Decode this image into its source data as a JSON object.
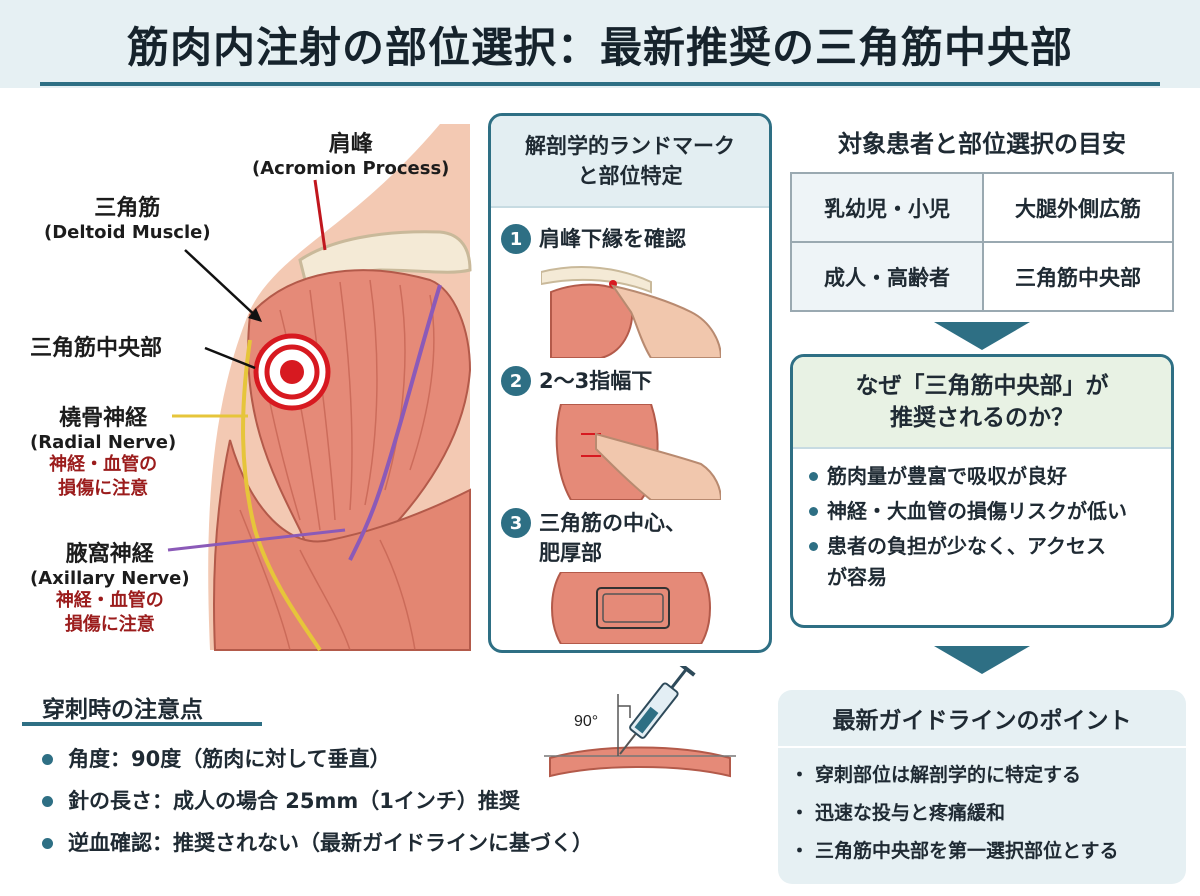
{
  "title": "筋肉内注射の部位選択：最新推奨の三角筋中央部",
  "anatomy": {
    "acromion_jp": "肩峰",
    "acromion_en": "(Acromion Process)",
    "deltoid_jp": "三角筋",
    "deltoid_en": "(Deltoid Muscle)",
    "deltoid_center": "三角筋中央部",
    "radial_jp": "橈骨神経",
    "radial_en": "(Radial Nerve)",
    "radial_warn_1": "神経・血管の",
    "radial_warn_2": "損傷に注意",
    "axillary_jp": "腋窩神経",
    "axillary_en": "(Axillary Nerve)",
    "axillary_warn_1": "神経・血管の",
    "axillary_warn_2": "損傷に注意"
  },
  "landmark": {
    "title_1": "解剖学的ランドマーク",
    "title_2": "と部位特定",
    "steps": [
      {
        "num": "1",
        "line1": "肩峰下縁を確認",
        "line2": ""
      },
      {
        "num": "2",
        "line1": "2〜3指幅下",
        "line2": ""
      },
      {
        "num": "3",
        "line1": "三角筋の中心、",
        "line2": "肥厚部"
      }
    ]
  },
  "target": {
    "title": "対象患者と部位選択の目安",
    "rows": [
      {
        "group": "乳幼児・小児",
        "site": "大腿外側広筋"
      },
      {
        "group": "成人・高齢者",
        "site": "三角筋中央部"
      }
    ]
  },
  "why": {
    "title_1": "なぜ「三角筋中央部」が",
    "title_2": "推奨されるのか？",
    "items": [
      "筋肉量が豊富で吸収が良好",
      "神経・大血管の損傷リスクが低い",
      "患者の負担が少なく、アクセス",
      "が容易"
    ]
  },
  "guideline": {
    "title": "最新ガイドラインのポイント",
    "bullet": "・",
    "items": [
      "穿刺部位は解剖学的に特定する",
      "迅速な投与と疼痛緩和",
      "三角筋中央部を第一選択部位とする"
    ]
  },
  "precautions": {
    "title": "穿刺時の注意点",
    "items": [
      "角度：90度（筋肉に対して垂直）",
      "針の長さ：成人の場合 25mm（1インチ）推奨",
      "逆血確認：推奨されない（最新ガイドラインに基づく）"
    ],
    "angle_label": "90°"
  },
  "colors": {
    "accent": "#2e6f84",
    "muscle": "#e58a78",
    "target_red": "#d71920",
    "radial_nerve": "#e6c53a",
    "axillary_nerve": "#8b5ab8",
    "warning_text": "#9b1c1c"
  }
}
